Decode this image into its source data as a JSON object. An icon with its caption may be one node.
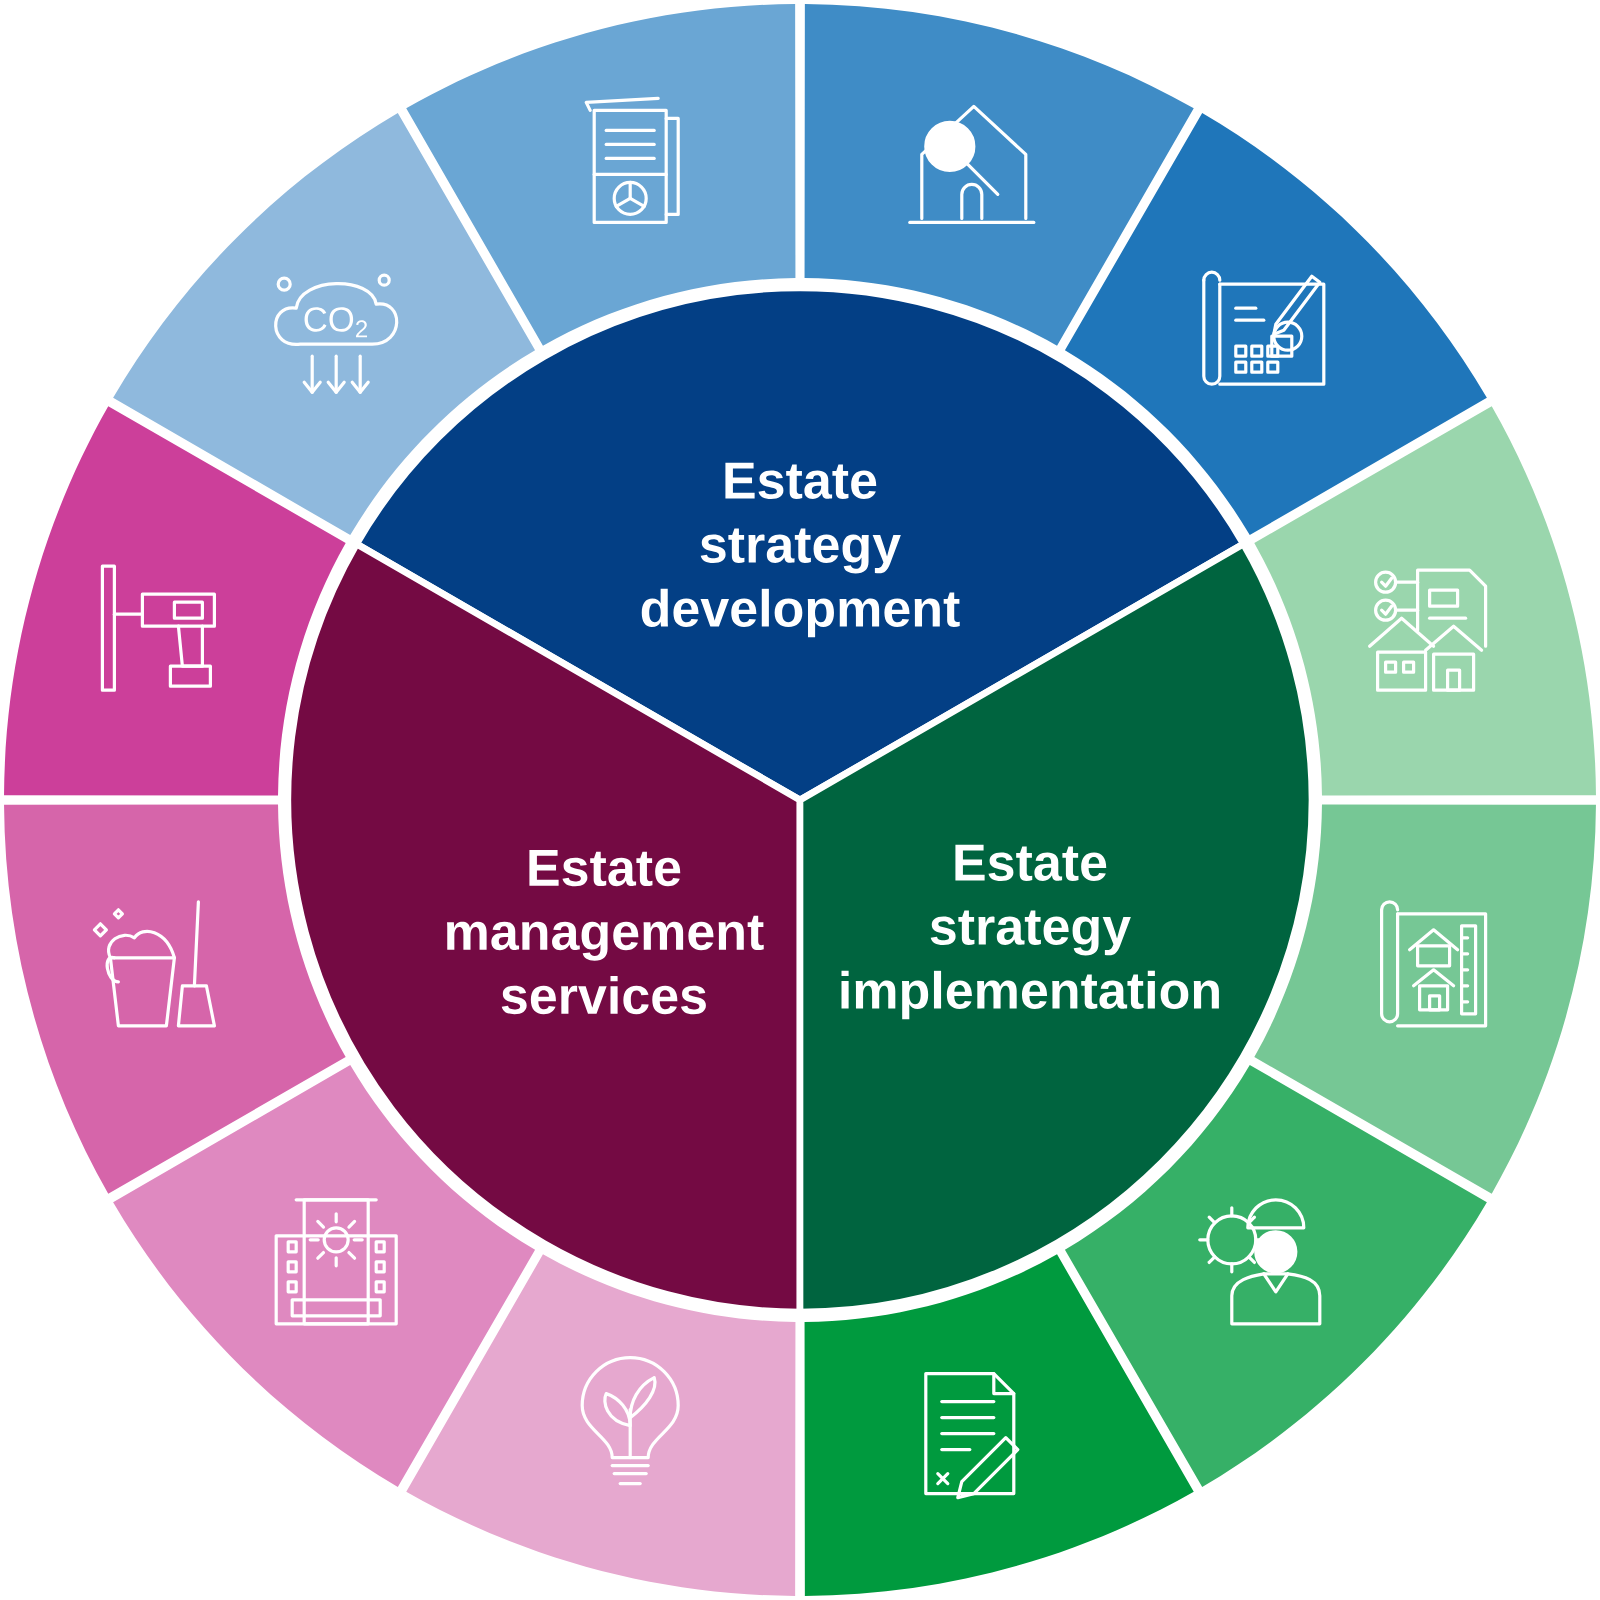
{
  "diagram": {
    "nodes": [
      {
        "text": [
          "Estate strategy development"
        ]
      },
      {
        "text": [
          "Estate management services"
        ]
      },
      {
        "text": [
          "Estate strategy implementation"
        ]
      },
      {
        "text": [],
        "shape": "picture"
      },
      {
        "text": [],
        "shape": "picture"
      },
      {
        "text": [],
        "shape": "picture"
      },
      {
        "text": [],
        "shape": "picture"
      },
      {
        "text": [],
        "shape": "picture"
      },
      {
        "text": [],
        "shape": "picture"
      },
      {
        "text": [],
        "shape": "picture"
      },
      {
        "text": [],
        "shape": "picture"
      },
      {
        "text": [],
        "shape": "picture"
      },
      {
        "text": [],
        "shape": "picture"
      },
      {
        "text": [],
        "shape": "picture"
      },
      {
        "text": [],
        "shape": "picture"
      }
    ],
    "labels": [
      "CO$_{2}$"
    ]
  }
}
